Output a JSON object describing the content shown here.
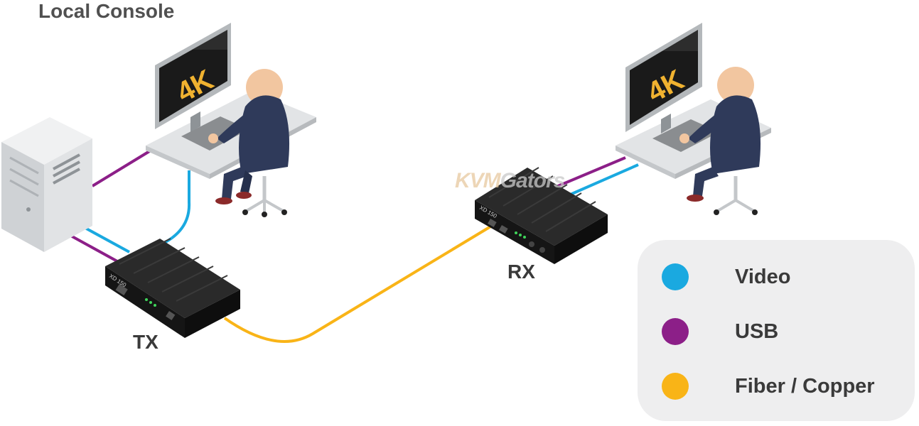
{
  "labels": {
    "local_console": "Local Console",
    "tx": "TX",
    "rx": "RX",
    "monitor_text": "4K",
    "watermark_part1": "KVM",
    "watermark_part2": "Gators",
    "device_model": "XD 150"
  },
  "legend": {
    "items": [
      {
        "label": "Video",
        "color": "#1aa9e0"
      },
      {
        "label": "USB",
        "color": "#8c1f88"
      },
      {
        "label": "Fiber / Copper",
        "color": "#f9b417"
      }
    ]
  },
  "colors": {
    "video": "#1aa9e0",
    "usb": "#8c1f88",
    "fiber": "#f9b417",
    "device": "#1d1d1d",
    "desk": "#e2e4e6",
    "person_body": "#2f3a5a",
    "skin": "#f2c6a0"
  }
}
